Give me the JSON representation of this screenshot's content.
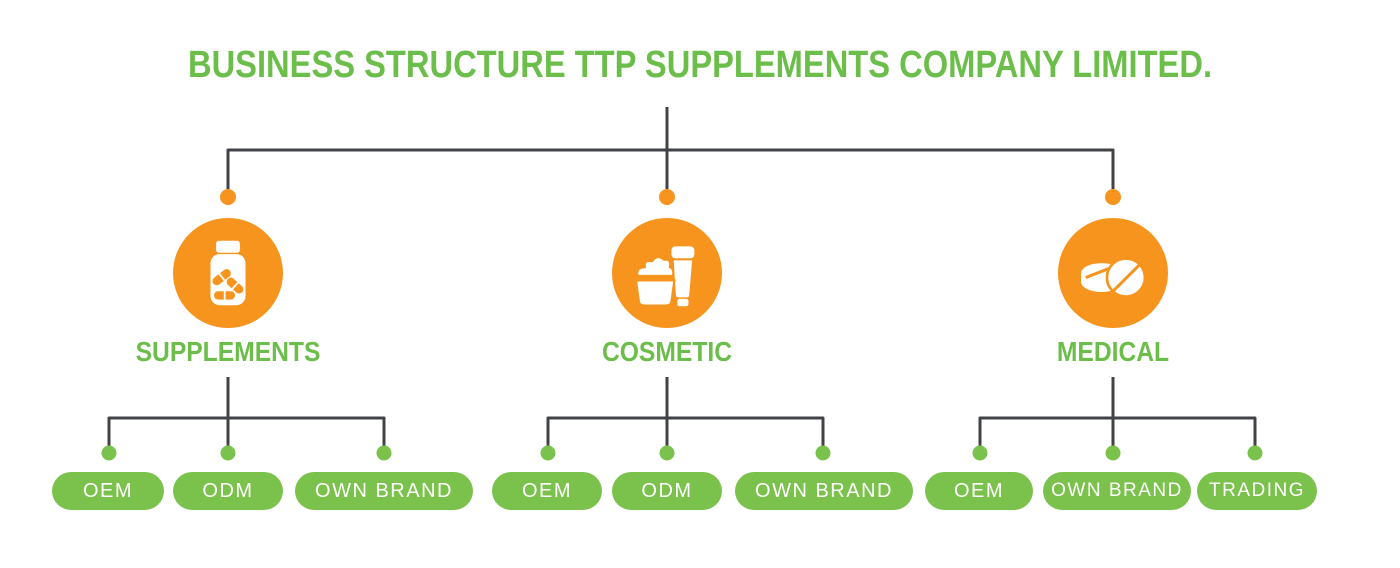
{
  "title": "BUSINESS STRUCTURE TTP SUPPLEMENTS COMPANY LIMITED.",
  "colors": {
    "accent_orange": "#f6941e",
    "text_green": "#6cbe4b",
    "pill_green": "#7bc24c",
    "connector_gray": "#414347",
    "icon_white": "#ffffff",
    "background": "#ffffff"
  },
  "divisions": [
    {
      "name": "SUPPLEMENTS",
      "icon": "pill-bottle-icon",
      "children": [
        "OEM",
        "ODM",
        "OWN BRAND"
      ]
    },
    {
      "name": "COSMETIC",
      "icon": "cosmetic-jar-and-tube-icon",
      "children": [
        "OEM",
        "ODM",
        "OWN BRAND"
      ]
    },
    {
      "name": "MEDICAL",
      "icon": "medical-tablets-icon",
      "children": [
        "OEM",
        "OWN BRAND",
        "TRADING"
      ]
    }
  ]
}
